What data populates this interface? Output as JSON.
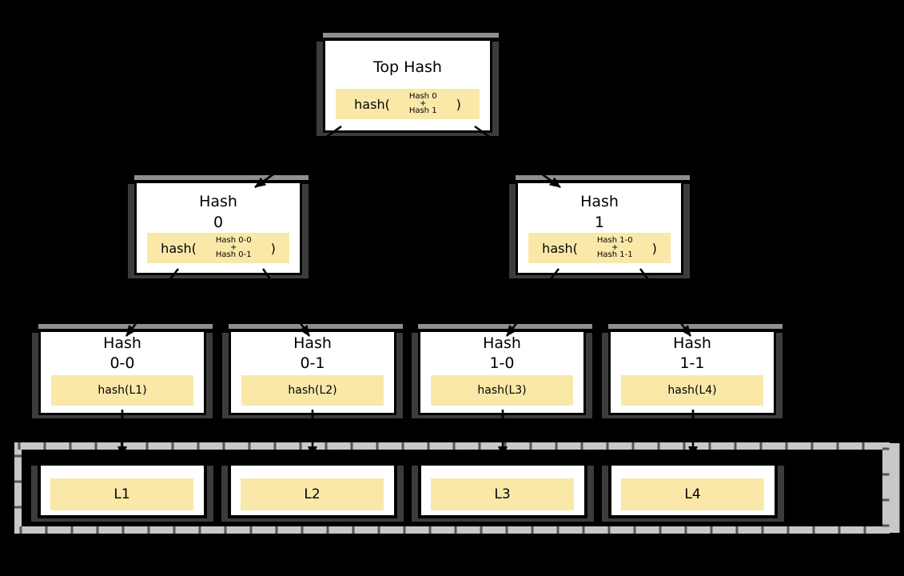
{
  "diagram_title": "merkle-hash-tree",
  "palette": {
    "background": "#000000",
    "node_fill": "#ffffff",
    "node_border": "#000000",
    "accent_fill": "#fae8a9",
    "top_bar": "#8f8f8f",
    "side_shadow": "#3c3c3c",
    "container_border": "#c8c8c8",
    "text": "#000000"
  },
  "tree": {
    "root": {
      "title": "Top Hash",
      "formula": {
        "prefix": "hash(",
        "operand_top": "Hash 0",
        "operator": "+",
        "operand_bottom": "Hash 1",
        "suffix": ")"
      }
    },
    "level2": [
      {
        "title_line1": "Hash",
        "title_line2": "0",
        "formula": {
          "prefix": "hash(",
          "operand_top": "Hash 0-0",
          "operator": "+",
          "operand_bottom": "Hash 0-1",
          "suffix": ")"
        }
      },
      {
        "title_line1": "Hash",
        "title_line2": "1",
        "formula": {
          "prefix": "hash(",
          "operand_top": "Hash 1-0",
          "operator": "+",
          "operand_bottom": "Hash 1-1",
          "suffix": ")"
        }
      }
    ],
    "level3": [
      {
        "title_line1": "Hash",
        "title_line2": "0-0",
        "formula": "hash(L1)"
      },
      {
        "title_line1": "Hash",
        "title_line2": "0-1",
        "formula": "hash(L2)"
      },
      {
        "title_line1": "Hash",
        "title_line2": "1-0",
        "formula": "hash(L3)"
      },
      {
        "title_line1": "Hash",
        "title_line2": "1-1",
        "formula": "hash(L4)"
      }
    ],
    "data_blocks": [
      {
        "label": "L1"
      },
      {
        "label": "L2"
      },
      {
        "label": "L3"
      },
      {
        "label": "L4"
      }
    ]
  }
}
